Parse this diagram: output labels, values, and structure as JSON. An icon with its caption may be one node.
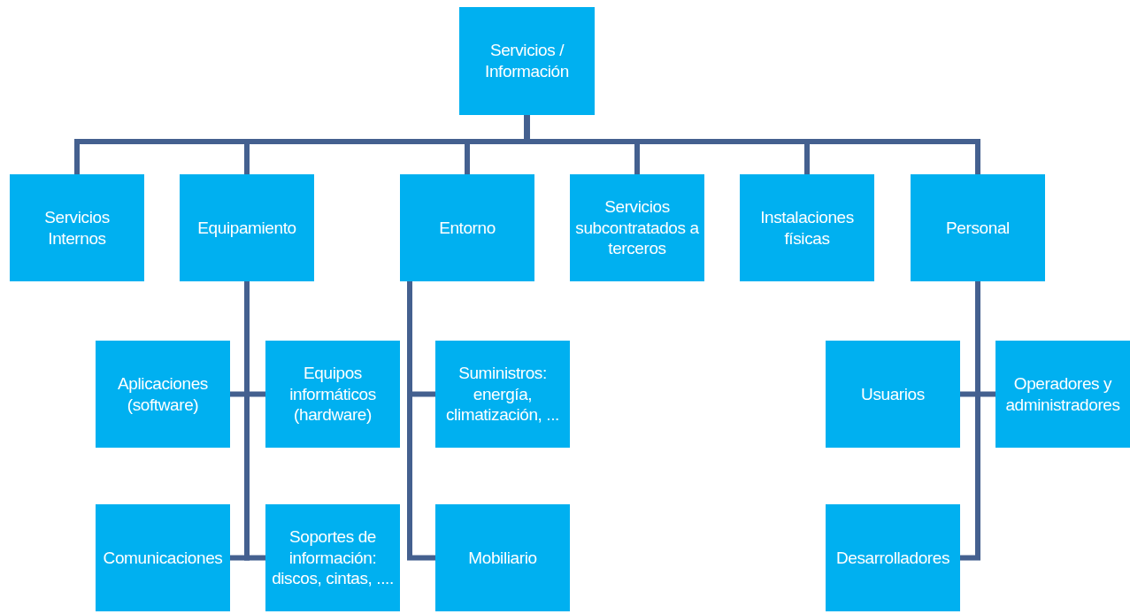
{
  "diagram": {
    "nodes": [
      {
        "text": [
          "Servicios / Información"
        ]
      },
      {
        "text": [
          "Servicios Internos"
        ]
      },
      {
        "text": [
          "Equipamiento"
        ]
      },
      {
        "text": [
          "Entorno"
        ]
      },
      {
        "text": [
          "Servicios subcontratados a terceros"
        ]
      },
      {
        "text": [
          "Instalaciones físicas"
        ]
      },
      {
        "text": [
          "Personal"
        ]
      },
      {
        "text": [
          "Aplicaciones (software)"
        ]
      },
      {
        "text": [
          "Equipos informáticos (hardware)"
        ]
      },
      {
        "text": [
          "Suministros: energía, climatización, ..."
        ]
      },
      {
        "text": [
          "Usuarios"
        ]
      },
      {
        "text": [
          "Operadores y administradores"
        ]
      },
      {
        "text": [
          "Comunicaciones"
        ]
      },
      {
        "text": [
          "Soportes de información: discos, cintas, ...."
        ]
      },
      {
        "text": [
          "Mobiliario"
        ]
      },
      {
        "text": [
          "Desarrolladores"
        ]
      }
    ],
    "edges": [
      {
        "from": 0,
        "to": 1,
        "arrow": "none"
      },
      {
        "from": 0,
        "to": 2,
        "arrow": "none"
      },
      {
        "from": 0,
        "to": 3,
        "arrow": "none"
      },
      {
        "from": 0,
        "to": 4,
        "arrow": "none"
      },
      {
        "from": 0,
        "to": 5,
        "arrow": "none"
      },
      {
        "from": 0,
        "to": 6,
        "arrow": "none"
      },
      {
        "from": 2,
        "to": 7,
        "arrow": "none"
      },
      {
        "from": 2,
        "to": 8,
        "arrow": "none"
      },
      {
        "from": 2,
        "to": 12,
        "arrow": "none"
      },
      {
        "from": 2,
        "to": 13,
        "arrow": "none"
      },
      {
        "from": 3,
        "to": 9,
        "arrow": "none"
      },
      {
        "from": 3,
        "to": 14,
        "arrow": "none"
      },
      {
        "from": 6,
        "to": 10,
        "arrow": "none"
      },
      {
        "from": 6,
        "to": 11,
        "arrow": "none"
      },
      {
        "from": 6,
        "to": 15,
        "arrow": "none"
      }
    ]
  }
}
